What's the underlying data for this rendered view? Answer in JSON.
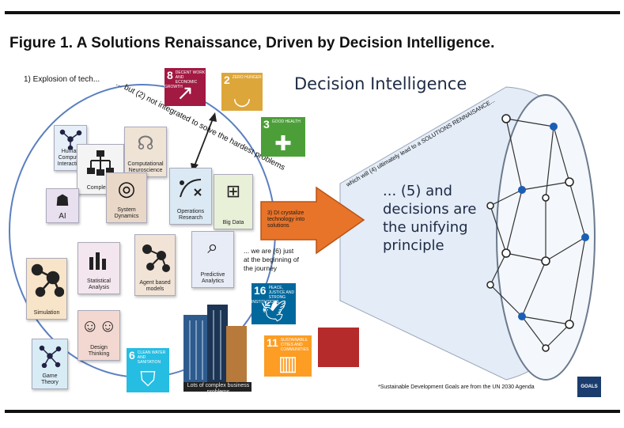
{
  "figure_title": "Figure 1.  A Solutions Renaissance, Driven by Decision Intelligence.",
  "header": "Decision Intelligence",
  "flow_text": {
    "step1": "1) Explosion of tech...",
    "step2": "... but (2) not integrated to solve the hardest problems",
    "step3": "3) DI crystalize technology into solutions",
    "step4": "which will (4) ultimately lead to a SOLUTIONS RENNAISANCE...",
    "step5": "... (5) and decisions are the unifying principle",
    "step6": "... we are (6) just at the beginning of the journey"
  },
  "tech_tiles": [
    {
      "label": "Human Computer Interaction",
      "icon": "network-icon",
      "bg": "#e6eef8"
    },
    {
      "label": "Complexity",
      "icon": "tree-icon",
      "bg": "#f4f4f4"
    },
    {
      "label": "Computational Neuroscience",
      "icon": "brain-icon",
      "bg": "#efe3d6"
    },
    {
      "label": "System Dynamics",
      "icon": "spiral-icon",
      "bg": "#e9d7c8"
    },
    {
      "label": "Operations Research",
      "icon": "chart-icon",
      "bg": "#dbe9f4"
    },
    {
      "label": "Big Data",
      "icon": "database-icon",
      "bg": "#e9f0d8"
    },
    {
      "label": "AI",
      "icon": "head-icon",
      "bg": "#e8e0ef"
    },
    {
      "label": "Statistical Analysis",
      "icon": "bars-icon",
      "bg": "#f4e6ee"
    },
    {
      "label": "Agent based models",
      "icon": "nodes-icon",
      "bg": "#f1e3d6"
    },
    {
      "label": "Predictive Analytics",
      "icon": "magnifier-icon",
      "bg": "#e8ecf6"
    },
    {
      "label": "Simulation",
      "icon": "graph-icon",
      "bg": "#f8e4c8"
    },
    {
      "label": "Design Thinking",
      "icon": "people-icon",
      "bg": "#f2d8d0"
    },
    {
      "label": "Game Theory",
      "icon": "network-icon",
      "bg": "#d8ecf6"
    }
  ],
  "sdg_tiles": [
    {
      "num": "8",
      "title": "Decent work and economic growth",
      "color": "#a21942",
      "icon": "trend-icon"
    },
    {
      "num": "2",
      "title": "Zero hunger",
      "color": "#dda63a",
      "icon": "bowl-icon"
    },
    {
      "num": "3",
      "title": "Good health",
      "color": "#4c9f38",
      "icon": "health-icon"
    },
    {
      "num": "16",
      "title": "Peace, justice and strong institutions",
      "color": "#00689d",
      "icon": "dove-icon"
    },
    {
      "num": "11",
      "title": "Sustainable cities and communities",
      "color": "#fd9d24",
      "icon": "city-icon"
    },
    {
      "num": "",
      "title": "",
      "color": "#b52b2b",
      "icon": ""
    },
    {
      "num": "6",
      "title": "Clean water and sanitation",
      "color": "#26bde2",
      "icon": "water-icon"
    }
  ],
  "buildings_label": "Lots of complex business problems",
  "footnote": "*Sustainable Development Goals are from the UN 2030 Agenda",
  "sdg_logo": "GOALS",
  "colors": {
    "arrow": "#e8742a",
    "cone": "#dfe9f6",
    "network_node": "#1b5fb5",
    "rule": "#111111"
  }
}
